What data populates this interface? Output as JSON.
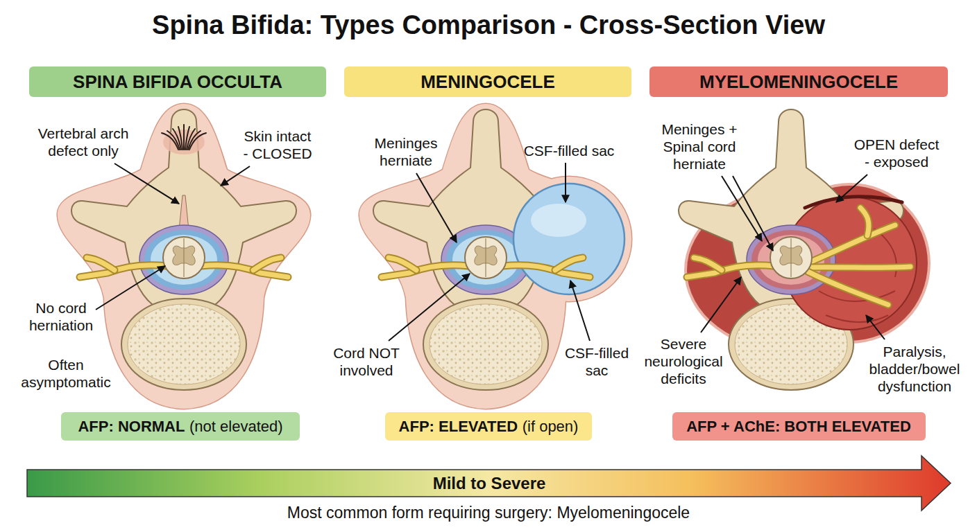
{
  "diagram": {
    "title": "Spina Bifida: Types Comparison - Cross-Section View",
    "caption": "Most common form requiring surgery: Myelomeningocele",
    "nodes": [
      {
        "text": [
          "SPINA BIFIDA OCCULTA"
        ]
      },
      {
        "text": [
          "MENINGOCELE"
        ]
      },
      {
        "text": [
          "MYELOMENINGOCELE"
        ]
      },
      {
        "text": [
          "AFP: NORMAL",
          "(not elevated)"
        ]
      },
      {
        "text": [
          "AFP: ELEVATED",
          "(if open)"
        ]
      },
      {
        "text": [
          "AFP + AChE: BOTH ELEVATED"
        ]
      },
      {
        "text": [
          "Mild to Severe"
        ]
      }
    ],
    "labels": [
      "Vertebral arch defect only",
      "Skin intact - CLOSED",
      "No cord herniation",
      "Often asymptomatic",
      "Meninges herniate",
      "CSF-filled sac",
      "Cord NOT involved",
      "CSF-filled sac",
      "Meninges + Spinal cord herniate",
      "OPEN defect - exposed",
      "Severe neurological deficits",
      "Paralysis, bladder/bowel dysfunction"
    ]
  }
}
